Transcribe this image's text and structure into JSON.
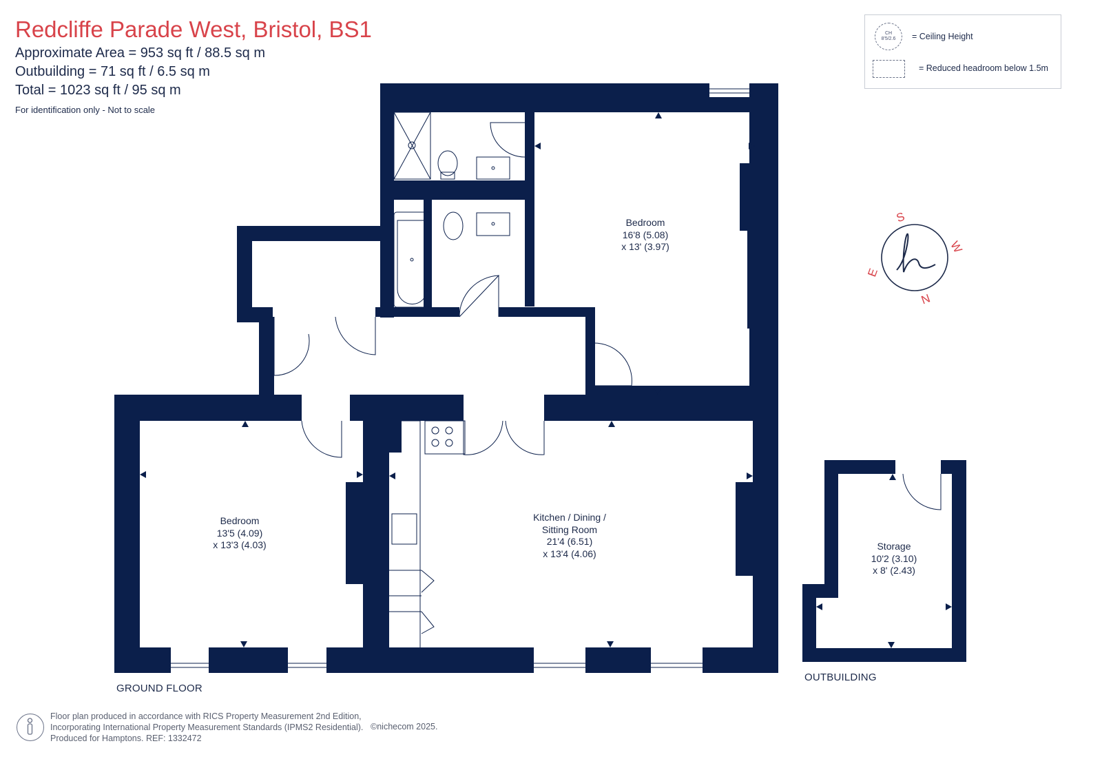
{
  "header": {
    "title": "Redcliffe Parade West, Bristol, BS1",
    "approx_area": "Approximate Area = 953 sq ft / 88.5 sq m",
    "outbuilding": "Outbuilding = 71 sq ft / 6.5 sq m",
    "total": "Total = 1023 sq ft / 95 sq m",
    "note": "For identification only - Not to scale"
  },
  "legend": {
    "ceiling_icon_text": "CH",
    "ceiling_icon_sub": "8'5/2.6",
    "ceiling_height": "= Ceiling Height",
    "reduced_headroom": "= Reduced headroom below 1.5m"
  },
  "compass": {
    "s": "S",
    "w": "W",
    "e": "E",
    "n": "N",
    "logo": "h"
  },
  "rooms": {
    "bedroom_1": {
      "name": "Bedroom",
      "dim1": "16'8 (5.08)",
      "dim2": "x 13' (3.97)"
    },
    "bedroom_2": {
      "name": "Bedroom",
      "dim1": "13'5 (4.09)",
      "dim2": "x 13'3 (4.03)"
    },
    "kitchen": {
      "name1": "Kitchen / Dining /",
      "name2": "Sitting Room",
      "dim1": "21'4 (6.51)",
      "dim2": "x 13'4 (4.06)"
    },
    "storage": {
      "name": "Storage",
      "dim1": "10'2 (3.10)",
      "dim2": "x 8' (2.43)"
    }
  },
  "floors": {
    "ground": "GROUND FLOOR",
    "outbuilding": "OUTBUILDING"
  },
  "footer": {
    "line1": "Floor plan produced in accordance with RICS Property Measurement 2nd Edition,",
    "line2": "Incorporating International Property Measurement Standards (IPMS2 Residential).",
    "line3": "Produced for Hamptons.  REF:  1332472",
    "copyright": "©nichecom 2025."
  },
  "colors": {
    "wall": "#0b1f4b",
    "title_red": "#d8434a",
    "text": "#1d2a4a"
  }
}
